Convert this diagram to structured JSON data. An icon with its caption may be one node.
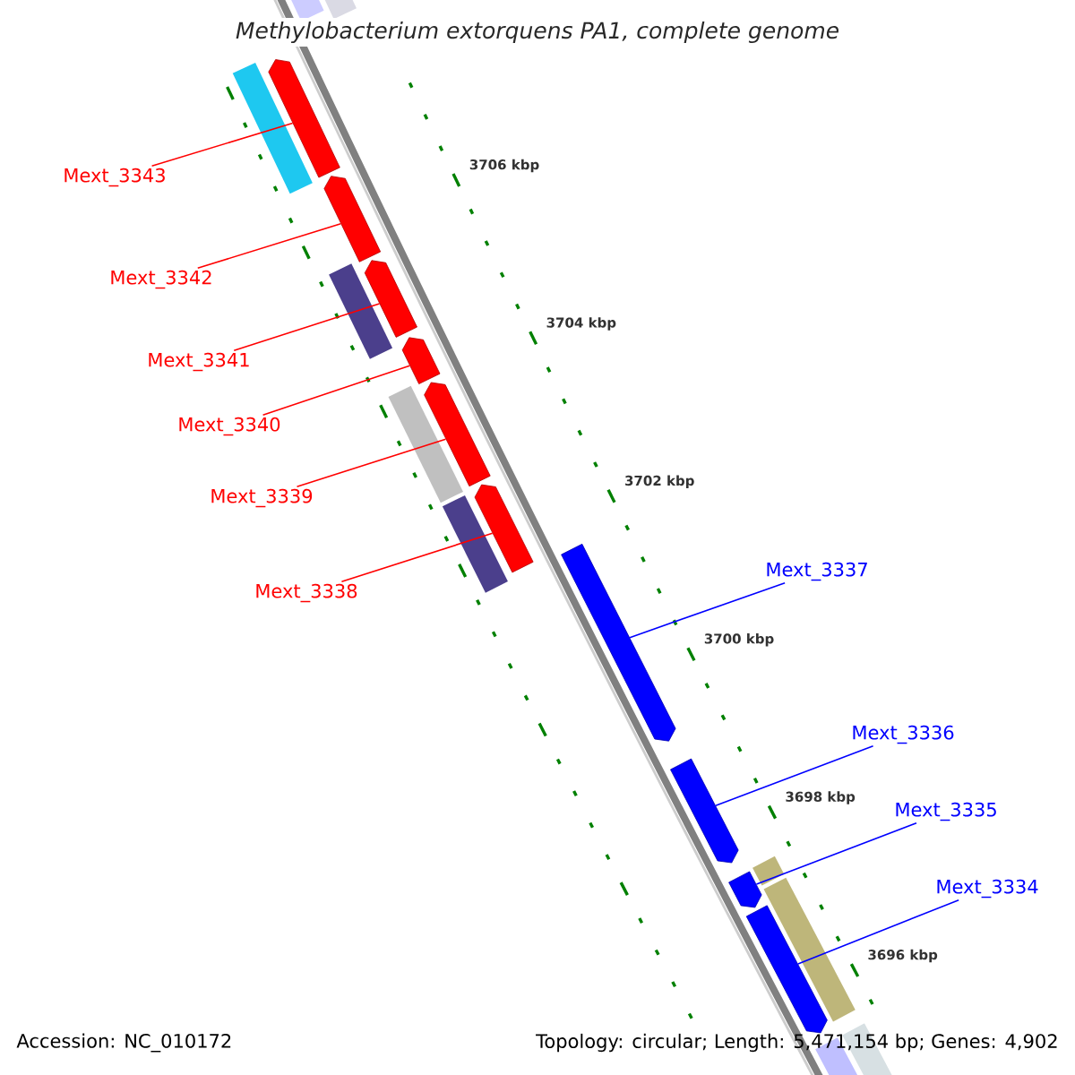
{
  "diagram": {
    "title": "Methylobacterium extorquens PA1, complete genome",
    "nodes": [
      {
        "text": [
          "Mext_3343"
        ]
      },
      {
        "text": [
          "Mext_3342"
        ]
      },
      {
        "text": [
          "Mext_3341"
        ]
      },
      {
        "text": [
          "Mext_3340"
        ]
      },
      {
        "text": [
          "Mext_3339"
        ]
      },
      {
        "text": [
          "Mext_3338"
        ]
      },
      {
        "text": [
          "Mext_3337"
        ]
      },
      {
        "text": [
          "Mext_3336"
        ]
      },
      {
        "text": [
          "Mext_3335"
        ]
      },
      {
        "text": [
          "Mext_3334"
        ]
      },
      {
        "text": [],
        "shape": "bar"
      },
      {
        "text": [],
        "shape": "bar"
      },
      {
        "text": [],
        "shape": "bar"
      },
      {
        "text": [],
        "shape": "bar"
      },
      {
        "text": [],
        "shape": "bar"
      },
      {
        "text": [],
        "shape": "bar"
      },
      {
        "text": [],
        "shape": "bar"
      },
      {
        "text": [],
        "shape": "bar"
      },
      {
        "text": [],
        "shape": "bar"
      },
      {
        "text": [],
        "shape": "bar"
      }
    ],
    "edges": [
      {
        "from": 0,
        "to": 10,
        "arrow": "none"
      },
      {
        "from": 1,
        "to": 11,
        "arrow": "none"
      },
      {
        "from": 2,
        "to": 12,
        "arrow": "none"
      },
      {
        "from": 3,
        "to": 13,
        "arrow": "none"
      },
      {
        "from": 4,
        "to": 14,
        "arrow": "none"
      },
      {
        "from": 5,
        "to": 15,
        "arrow": "none"
      },
      {
        "from": 6,
        "to": 16,
        "arrow": "none",
        "color": "#0000ff"
      },
      {
        "from": 7,
        "to": 17,
        "arrow": "none",
        "color": "#0000ff"
      },
      {
        "from": 8,
        "to": 18,
        "arrow": "none",
        "color": "#0000ff"
      },
      {
        "from": 9,
        "to": 19,
        "arrow": "none",
        "color": "#0000ff"
      }
    ],
    "labels": [
      "3706 kbp",
      "3704 kbp",
      "3702 kbp",
      "3700 kbp",
      "3698 kbp",
      "3696 kbp",
      "Accession: NC_010172",
      "Topology: circular; Length: 5,471,154 bp; Genes: 4,902"
    ]
  }
}
